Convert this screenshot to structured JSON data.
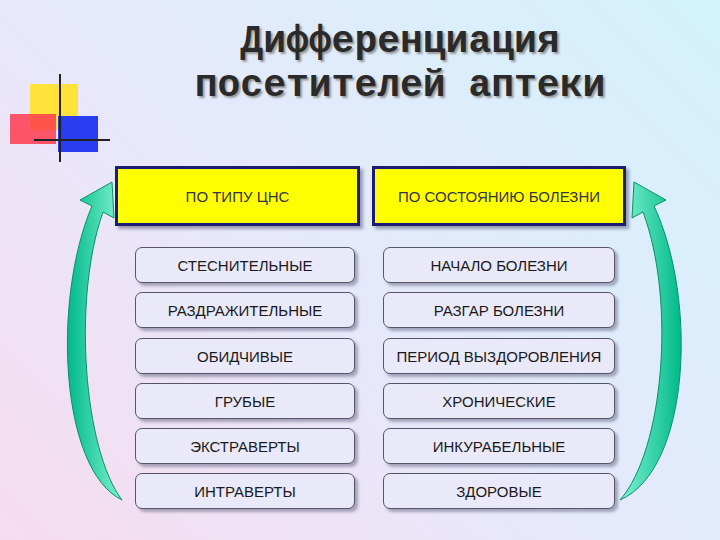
{
  "diagram": {
    "title": "Дифференциация посетителей аптеки",
    "nodes": [
      {
        "text": [
          "ПО ТИПУ ЦНС"
        ]
      },
      {
        "text": [
          "ПО СОСТОЯНИЮ БОЛЕЗНИ"
        ]
      },
      {
        "text": [
          "СТЕСНИТЕЛЬНЫЕ"
        ]
      },
      {
        "text": [
          "НАЧАЛО БОЛЕЗНИ"
        ]
      },
      {
        "text": [
          "РАЗДРАЖИТЕЛЬНЫЕ"
        ]
      },
      {
        "text": [
          "РАЗГАР БОЛЕЗНИ"
        ]
      },
      {
        "text": [
          "ОБИДЧИВЫЕ"
        ]
      },
      {
        "text": [
          "ПЕРИОД ВЫЗДОРОВЛЕНИЯ"
        ]
      },
      {
        "text": [
          "ГРУБЫЕ"
        ]
      },
      {
        "text": [
          "ХРОНИЧЕСКИЕ"
        ]
      },
      {
        "text": [
          "ЭКСТРАВЕРТЫ"
        ]
      },
      {
        "text": [
          "ИНКУРАБЕЛЬНЫЕ"
        ]
      },
      {
        "text": [
          "ИНТРАВЕРТЫ"
        ]
      },
      {
        "text": [
          "ЗДОРОВЫЕ"
        ]
      }
    ]
  }
}
